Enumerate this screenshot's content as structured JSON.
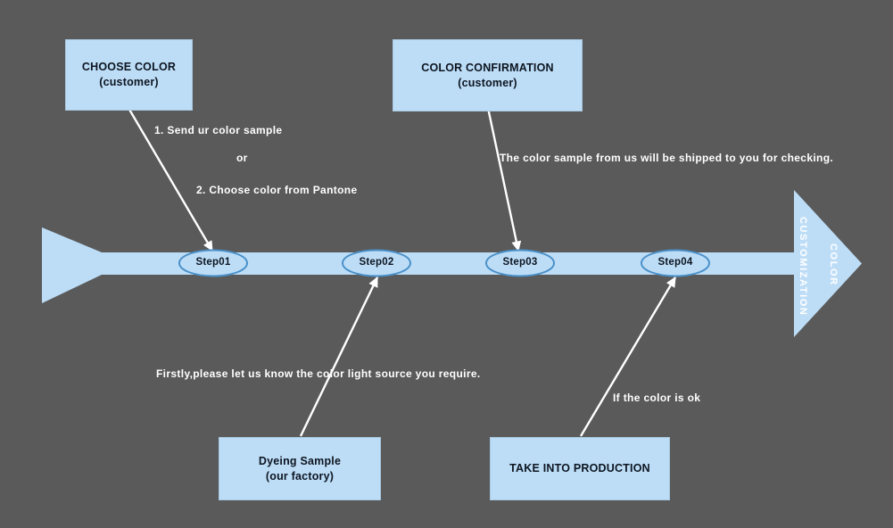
{
  "diagram": {
    "title": "COLOR CUSTOMIZATION process arrow diagram",
    "background_color": "#5a5a5a",
    "accent_fill": "#bdddf7",
    "accent_stroke": "#4a90c8",
    "line_color": "#ffffff"
  },
  "arrow": {
    "label_main": "CUSTOMIZATION",
    "label_secondary": "COLOR"
  },
  "steps": [
    {
      "id": "step01",
      "label": "Step01"
    },
    {
      "id": "step02",
      "label": "Step02"
    },
    {
      "id": "step03",
      "label": "Step03"
    },
    {
      "id": "step04",
      "label": "Step04"
    }
  ],
  "boxes": [
    {
      "id": "choose-color",
      "line1": "CHOOSE COLOR",
      "line2": "(customer)"
    },
    {
      "id": "color-confirmation",
      "line1": "COLOR CONFIRMATION",
      "line2": "(customer)"
    },
    {
      "id": "dyeing-sample",
      "line1": "Dyeing Sample",
      "line2": "(our factory)"
    },
    {
      "id": "take-into-production",
      "line1": "TAKE INTO PRODUCTION",
      "line2": ""
    }
  ],
  "annotations": [
    {
      "id": "send-sample",
      "text": "1. Send ur color sample"
    },
    {
      "id": "or",
      "text": "or"
    },
    {
      "id": "choose-pantone",
      "text": "2. Choose color from Pantone"
    },
    {
      "id": "shipped-checking",
      "text": "The color sample from us will be shipped to you for checking."
    },
    {
      "id": "light-source",
      "text": "Firstly,please let us know the color light source you require."
    },
    {
      "id": "if-color-ok",
      "text": "If the color is ok"
    }
  ]
}
